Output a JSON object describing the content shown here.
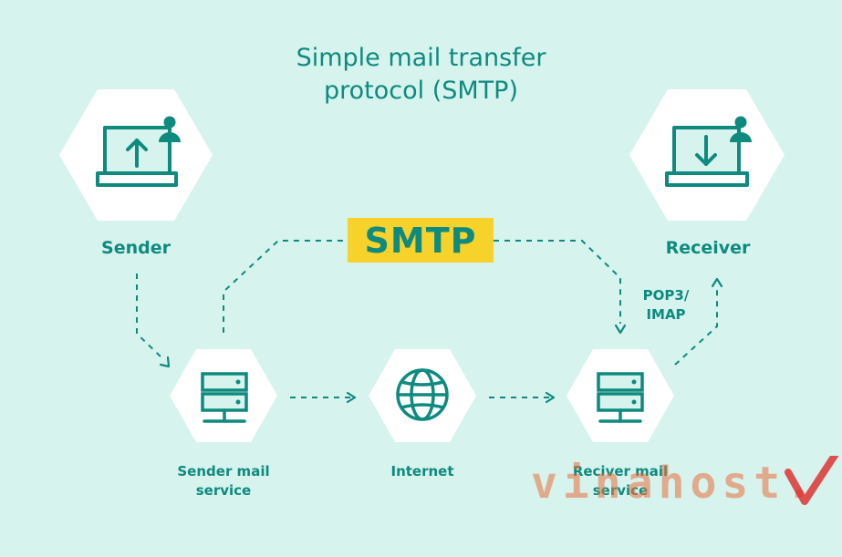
{
  "title": {
    "line1": "Simple mail transfer",
    "line2": "protocol (SMTP)"
  },
  "nodes": {
    "sender": "Sender",
    "receiver": "Receiver",
    "sender_mail_service_line1": "Sender mail",
    "sender_mail_service_line2": "service",
    "internet": "Internet",
    "receiver_mail_service_line1": "Reciver mail",
    "receiver_mail_service_line2": "service"
  },
  "protocols": {
    "smtp": "SMTP",
    "pop3_line1": "POP3/",
    "pop3_line2": "IMAP"
  },
  "watermark": {
    "text": "vinahost."
  },
  "colors": {
    "background": "#d6f3ee",
    "accent": "#0e8a7f",
    "highlight": "#f6d22a",
    "watermark": "#eb6e3c"
  }
}
